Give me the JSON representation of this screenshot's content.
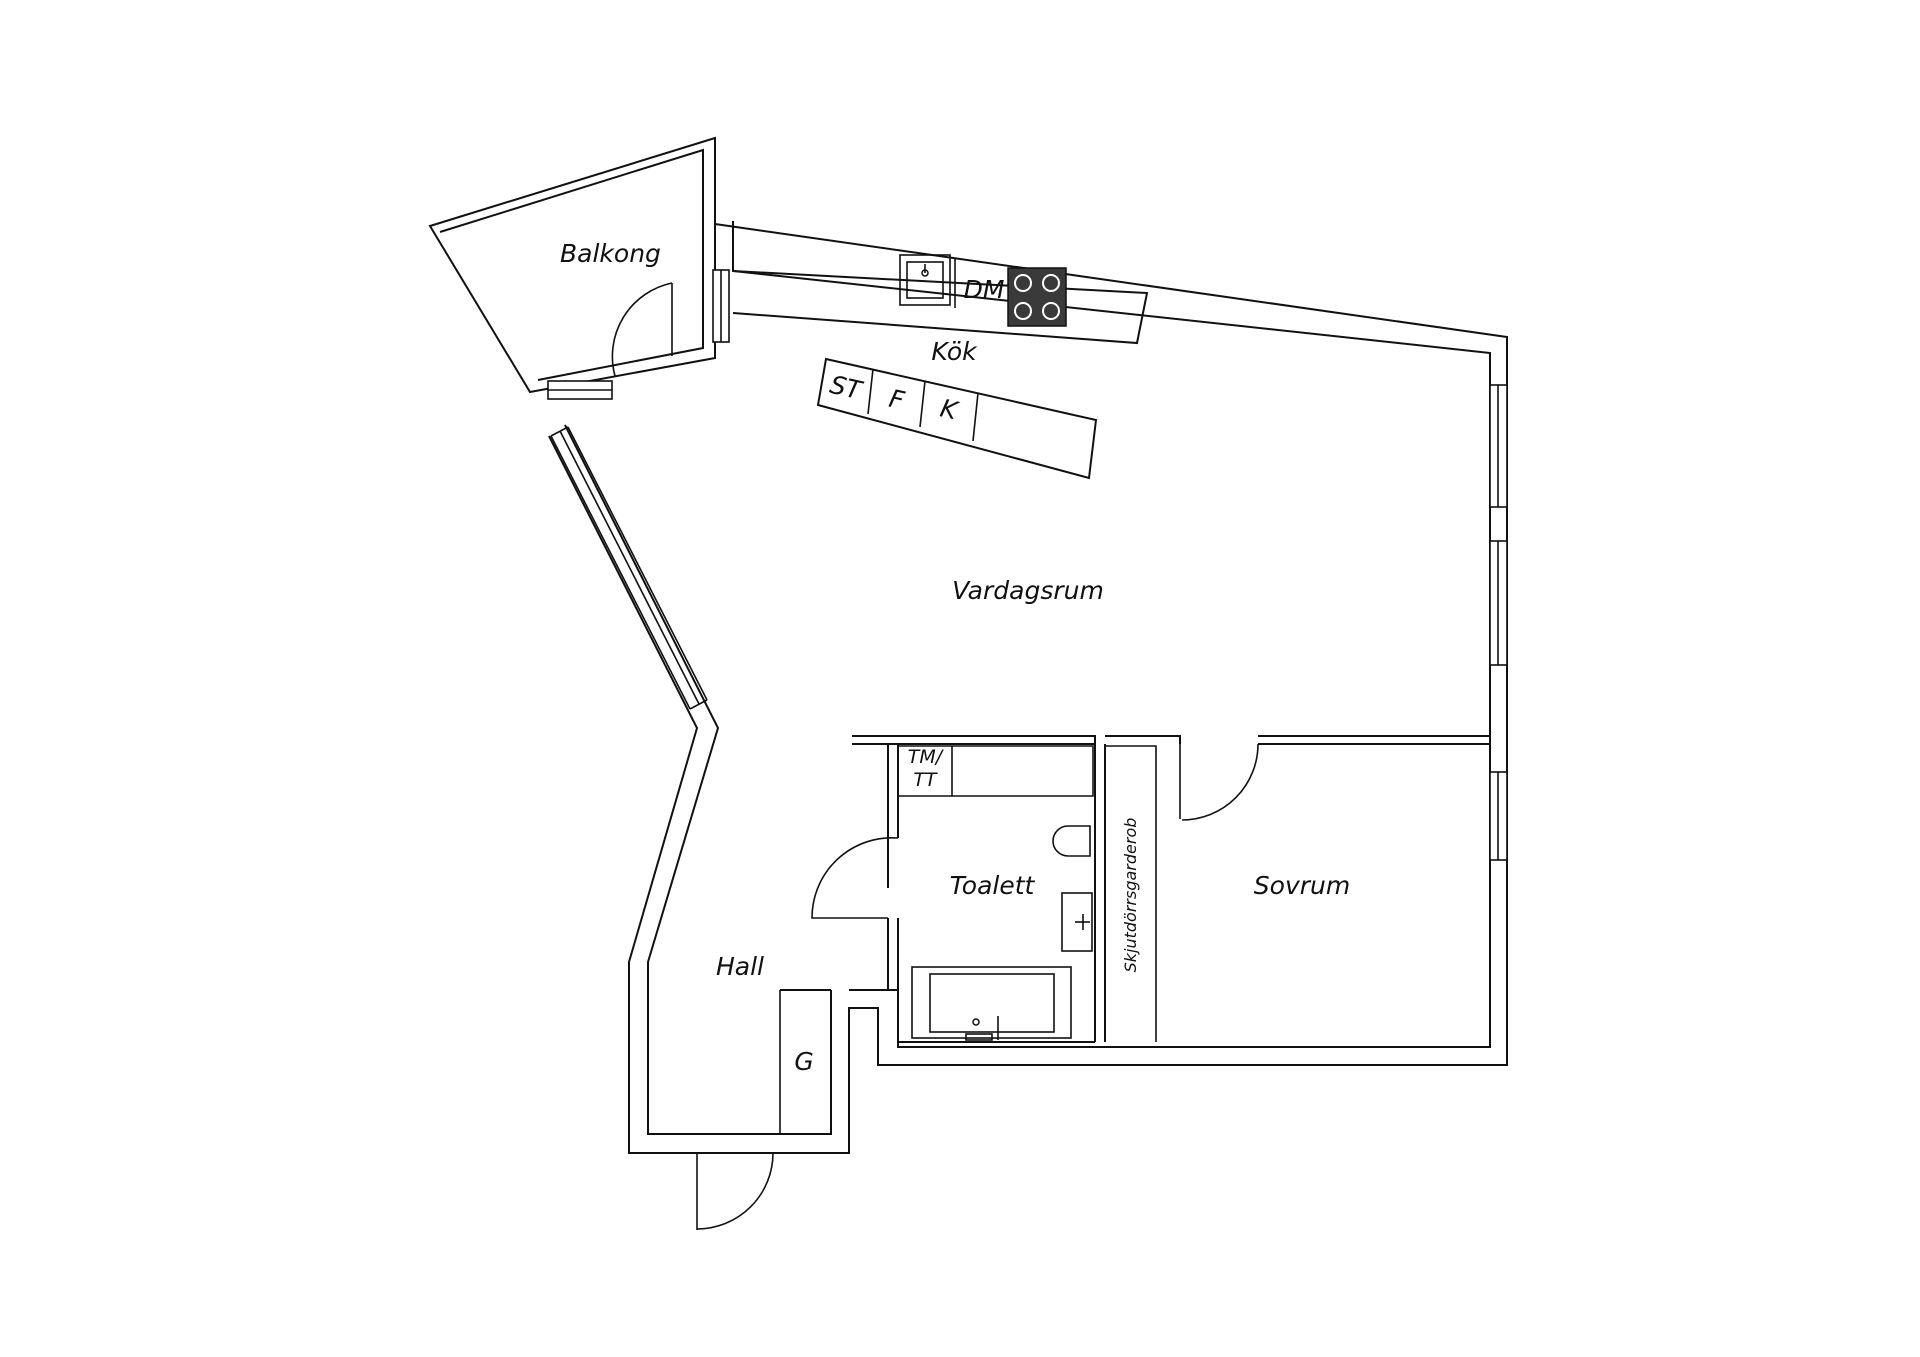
{
  "rooms": {
    "balkong": "Balkong",
    "kok": "Kök",
    "vardagsrum": "Vardagsrum",
    "toalett": "Toalett",
    "sovrum": "Sovrum",
    "hall": "Hall"
  },
  "appliances": {
    "dm": "DM",
    "st": "ST",
    "f": "F",
    "k": "K",
    "g": "G",
    "tm": "TM/",
    "tt": "TT",
    "wardrobe": "Skjutdörrsgarderob"
  },
  "colors": {
    "line": "#111111",
    "background": "#ffffff",
    "stove": "#3a3a3a"
  }
}
